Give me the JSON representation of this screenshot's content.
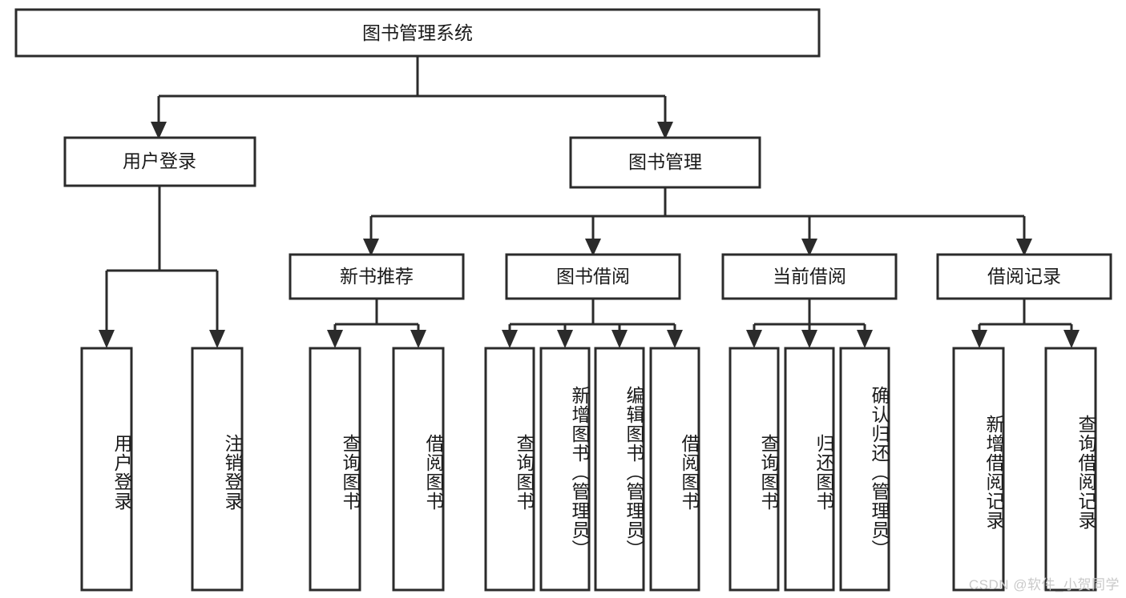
{
  "diagram": {
    "title": "图书管理系统",
    "type": "tree-hierarchy",
    "root": {
      "label": "图书管理系统",
      "level": 0
    },
    "level1": [
      {
        "label": "用户登录"
      },
      {
        "label": "图书管理"
      }
    ],
    "level2": [
      {
        "label": "新书推荐",
        "parent": "图书管理"
      },
      {
        "label": "图书借阅",
        "parent": "图书管理"
      },
      {
        "label": "当前借阅",
        "parent": "图书管理"
      },
      {
        "label": "借阅记录",
        "parent": "图书管理"
      }
    ],
    "leaves": {
      "user_login": [
        {
          "label": "用户登录"
        },
        {
          "label": "注销登录"
        }
      ],
      "new_book_recommend": [
        {
          "label": "查询图书"
        },
        {
          "label": "借阅图书"
        }
      ],
      "book_borrow": [
        {
          "label": "查询图书"
        },
        {
          "label": "新增图书（管理员）"
        },
        {
          "label": "编辑图书（管理员）"
        },
        {
          "label": "借阅图书"
        }
      ],
      "current_borrow": [
        {
          "label": "查询图书"
        },
        {
          "label": "归还图书"
        },
        {
          "label": "确认归还（管理员）"
        }
      ],
      "borrow_record": [
        {
          "label": "新增借阅记录"
        },
        {
          "label": "查询借阅记录"
        }
      ]
    }
  },
  "watermark": {
    "text": "CSDN @软件_小贺同学"
  },
  "colors": {
    "stroke": "#2b2b2b",
    "box_fill": "#ffffff",
    "text": "#1a1a1a",
    "watermark": "#c9c9c9",
    "background": "#ffffff"
  }
}
